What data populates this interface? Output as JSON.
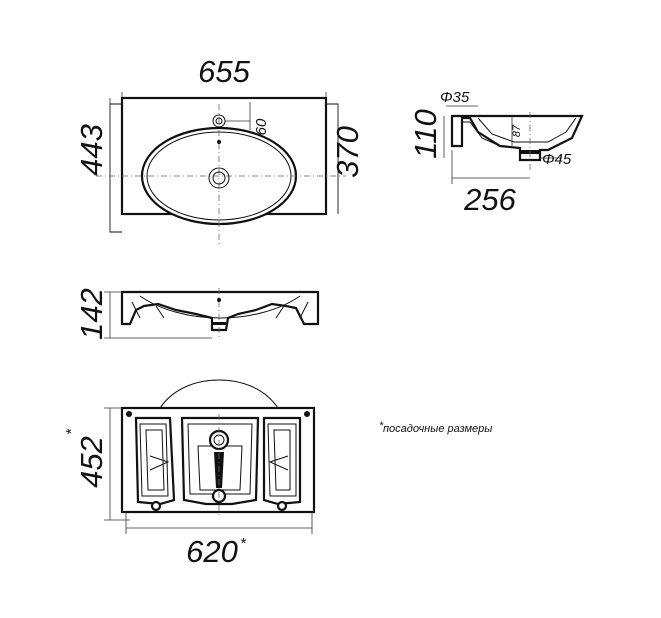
{
  "top_view": {
    "width_label": "655",
    "depth_label": "443",
    "bowl_depth_label": "370",
    "tap_hole_offset_label": "60"
  },
  "side_section": {
    "overflow_diameter_label": "Φ35",
    "height_label": "110",
    "inner_depth_label": "87",
    "drain_diameter_label": "Φ45",
    "section_width_label": "256"
  },
  "front_view": {
    "height_label": "142"
  },
  "bottom_view": {
    "mounting_depth_label": "452",
    "mounting_depth_mark": "*",
    "mounting_width_label": "620",
    "mounting_width_mark": "*"
  },
  "note": {
    "mark": "*",
    "text": "посадочные размеры"
  },
  "colors": {
    "line": "#111111",
    "background": "#ffffff"
  }
}
